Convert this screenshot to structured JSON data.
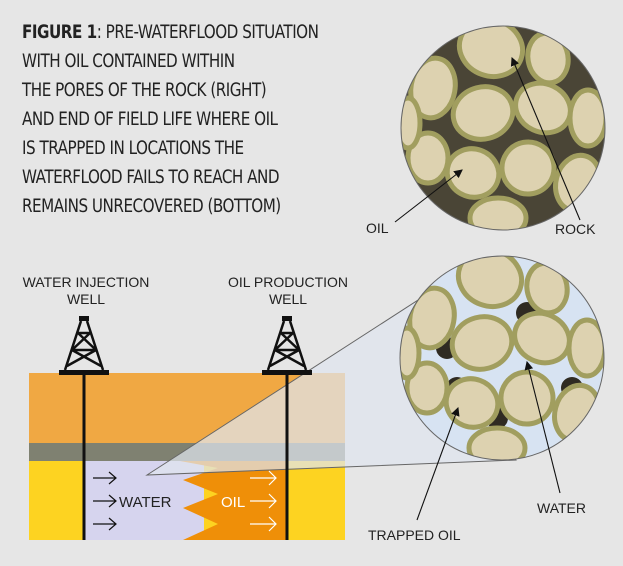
{
  "figure": {
    "label": "FIGURE 1",
    "caption_lines": [
      ": PRE-WATERFLOOD SITUATION",
      "WITH OIL CONTAINED WITHIN",
      "THE PORES OF THE ROCK (RIGHT)",
      "AND END OF FIELD LIFE WHERE OIL",
      "IS TRAPPED IN LOCATIONS THE",
      "WATERFLOOD FAILS TO REACH AND",
      "REMAINS UNRECOVERED (BOTTOM)"
    ]
  },
  "labels": {
    "oil_top": "OIL",
    "rock": "ROCK",
    "injection_well_1": "WATER INJECTION",
    "injection_well_2": "WELL",
    "production_well_1": "OIL PRODUCTION",
    "production_well_2": "WELL",
    "water_zone": "WATER",
    "oil_zone": "OIL",
    "trapped_oil": "TRAPPED OIL",
    "water_pore": "WATER"
  },
  "colors": {
    "background": "#e6e6e6",
    "overburden": "#f0a843",
    "seal": "#7f8171",
    "reservoir": "#fdd321",
    "water": "#d6d4ee",
    "oil": "#ef8f08",
    "grain": "#ddd2b0",
    "grain_rim": "#8f8c4d",
    "pore_oil": "#4a4536",
    "pore_water": "#d7e3f2"
  }
}
